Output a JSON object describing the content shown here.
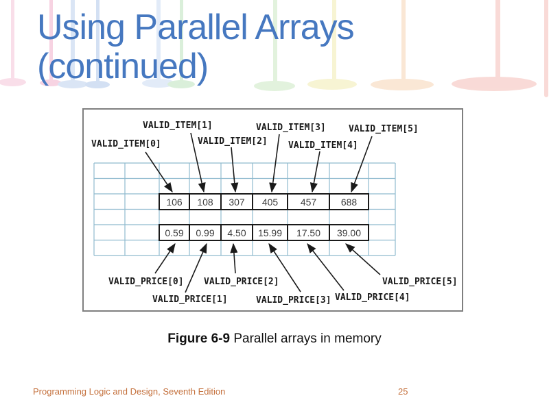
{
  "slide": {
    "title_line1": "Using Parallel Arrays",
    "title_line2": "(continued)",
    "footer_left": "Programming Logic and Design, Seventh Edition",
    "page_number": "25"
  },
  "figure": {
    "caption_label": "Figure 6-9",
    "caption_text": "Parallel arrays in memory"
  },
  "arrays": {
    "item": {
      "labels": [
        "VALID_ITEM[0]",
        "VALID_ITEM[1]",
        "VALID_ITEM[2]",
        "VALID_ITEM[3]",
        "VALID_ITEM[4]",
        "VALID_ITEM[5]"
      ],
      "values": [
        "106",
        "108",
        "307",
        "405",
        "457",
        "688"
      ]
    },
    "price": {
      "labels": [
        "VALID_PRICE[0]",
        "VALID_PRICE[1]",
        "VALID_PRICE[2]",
        "VALID_PRICE[3]",
        "VALID_PRICE[4]",
        "VALID_PRICE[5]"
      ],
      "values": [
        "0.59",
        "0.99",
        "4.50",
        "15.99",
        "17.50",
        "39.00"
      ]
    }
  },
  "colors": {
    "title_blue": "#4678C0",
    "footer_orange": "#C4703C",
    "grid_blue": "#8FBACE",
    "figure_border_gray": "#7F7F7F",
    "cell_border_black": "#1A1A1A"
  }
}
